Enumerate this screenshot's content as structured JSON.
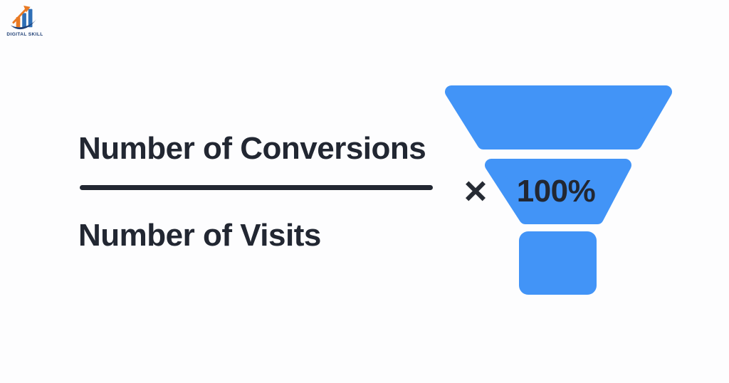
{
  "logo": {
    "brand": "DIGITAL SKILL",
    "colors": {
      "navy": "#1d3e74",
      "orange": "#e97a24",
      "blue": "#2f6fb6"
    }
  },
  "formula": {
    "numerator": "Number of Conversions",
    "denominator": "Number of Visits",
    "operator": "×",
    "multiplier": "100%"
  },
  "funnel": {
    "color": "#4294f7",
    "segment_count": 3
  },
  "colors": {
    "ink": "#222732",
    "background": "#fdfdfe"
  }
}
